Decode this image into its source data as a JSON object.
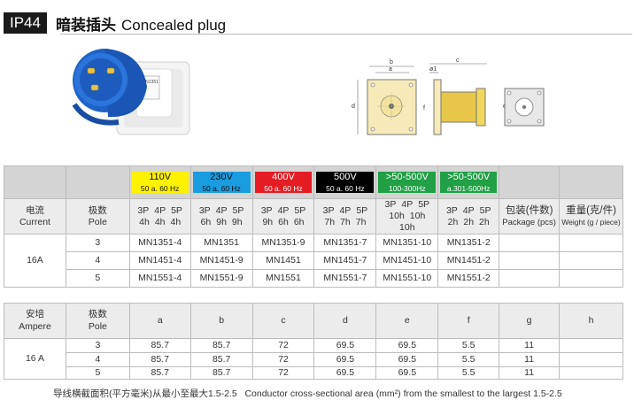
{
  "header": {
    "tag": "IP44",
    "title_cn": "暗装插头",
    "title_en": "Concealed plug"
  },
  "voltage_headers": [
    {
      "v": "110V",
      "f": "50 a. 60 Hz",
      "color": "#fff200"
    },
    {
      "v": "230V",
      "f": "50 a. 60 Hz",
      "color": "#1a9ce0"
    },
    {
      "v": "400V",
      "f": "50 a. 60 Hz",
      "color": "#e51c23"
    },
    {
      "v": "500V",
      "f": "50 a. 60 Hz",
      "color": "#000000"
    },
    {
      "v": ">50-500V",
      "f": "100-300Hz",
      "color": "#21a046"
    },
    {
      "v": ">50-500V",
      "f": "a.301-500Hz",
      "color": "#21a046"
    }
  ],
  "table1": {
    "current_cn": "电流",
    "current_en": "Current",
    "pole_cn": "极数",
    "pole_en": "Pole",
    "pins": [
      "3P",
      "4P",
      "5P"
    ],
    "hrow": [
      [
        "4h",
        "4h",
        "4h"
      ],
      [
        "6h",
        "9h",
        "9h"
      ],
      [
        "9h",
        "6h",
        "6h"
      ],
      [
        "7h",
        "7h",
        "7h"
      ],
      [
        "10h",
        "10h",
        "10h"
      ],
      [
        "2h",
        "2h",
        "2h"
      ]
    ],
    "pkg_cn": "包装(件数)",
    "pkg_en": "Package (pcs)",
    "wt_cn": "重量(克/件)",
    "wt_en": "Weight (g / piece)",
    "current": "16A",
    "rows": [
      {
        "pole": "3",
        "codes": [
          "MN1351-4",
          "MN1351",
          "MN1351-9",
          "MN1351-7",
          "MN1351-10",
          "MN1351-2"
        ]
      },
      {
        "pole": "4",
        "codes": [
          "MN1451-4",
          "MN1451-9",
          "MN1451",
          "MN1451-7",
          "MN1451-10",
          "MN1451-2"
        ]
      },
      {
        "pole": "5",
        "codes": [
          "MN1551-4",
          "MN1551-9",
          "MN1551",
          "MN1551-7",
          "MN1551-10",
          "MN1551-2"
        ]
      }
    ]
  },
  "table2": {
    "amp_cn": "安培",
    "amp_en": "Ampere",
    "pole_cn": "极数",
    "pole_en": "Pole",
    "cols": [
      "a",
      "b",
      "c",
      "d",
      "e",
      "f",
      "g",
      "h"
    ],
    "current": "16 A",
    "rows": [
      {
        "pole": "3",
        "vals": [
          "85.7",
          "85.7",
          "72",
          "69.5",
          "69.5",
          "5.5",
          "11",
          ""
        ]
      },
      {
        "pole": "4",
        "vals": [
          "85.7",
          "85.7",
          "72",
          "69.5",
          "69.5",
          "5.5",
          "11",
          ""
        ]
      },
      {
        "pole": "5",
        "vals": [
          "85.7",
          "85.7",
          "72",
          "69.5",
          "69.5",
          "5.5",
          "11",
          ""
        ]
      }
    ]
  },
  "footer": {
    "cn": "导线横截面积(平方毫米)从最小至最大1.5-2.5",
    "en": "Conductor cross-sectional area (mm²) from the smallest to the largest 1.5-2.5"
  },
  "drawing_labels": {
    "b": "b",
    "a": "a",
    "c": "c",
    "d": "d",
    "f": "f",
    "e": "e",
    "sh": "ø1"
  }
}
